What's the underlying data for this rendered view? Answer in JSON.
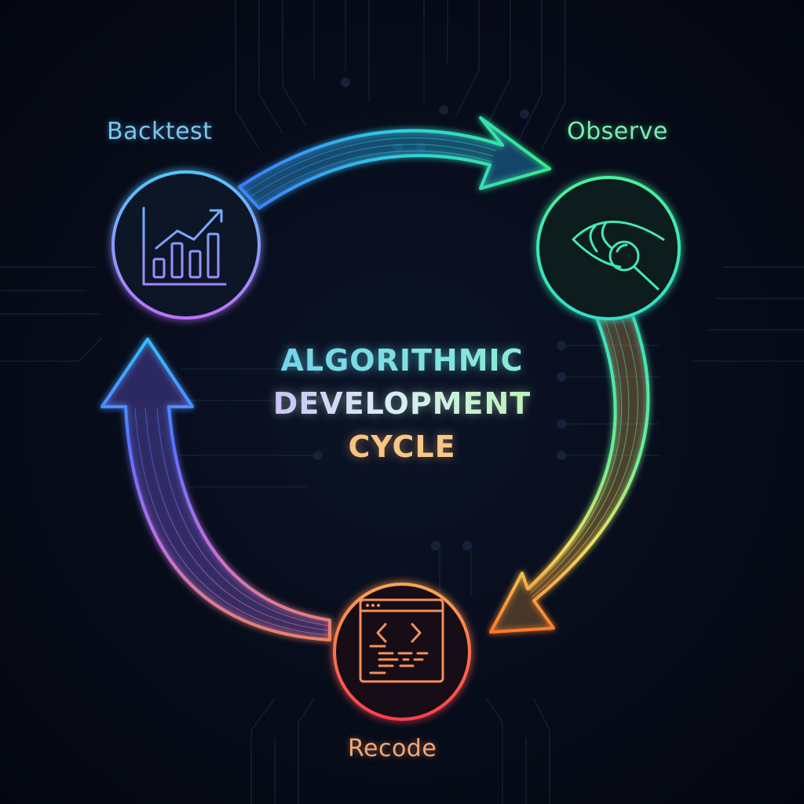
{
  "title": {
    "line1": "ALGORITHMIC",
    "line2": "DEVELOPMENT",
    "line3": "CYCLE"
  },
  "nodes": [
    {
      "id": "backtest",
      "label": "Backtest",
      "icon": "chart-trend-icon",
      "color": "#5aa8ff",
      "accent": "#b070ff"
    },
    {
      "id": "observe",
      "label": "Observe",
      "icon": "eye-magnifier-icon",
      "color": "#3ef0a0",
      "accent": "#30e0c8"
    },
    {
      "id": "recode",
      "label": "Recode",
      "icon": "code-window-icon",
      "color": "#ffa040",
      "accent": "#ff5050"
    }
  ],
  "arrows": [
    {
      "from": "backtest",
      "to": "observe",
      "colors": [
        "#3a7aff",
        "#38f0a0"
      ]
    },
    {
      "from": "observe",
      "to": "recode",
      "colors": [
        "#30e0b0",
        "#ff7a20"
      ]
    },
    {
      "from": "recode",
      "to": "backtest",
      "colors": [
        "#ff8a30",
        "#3ab0ff"
      ]
    }
  ]
}
